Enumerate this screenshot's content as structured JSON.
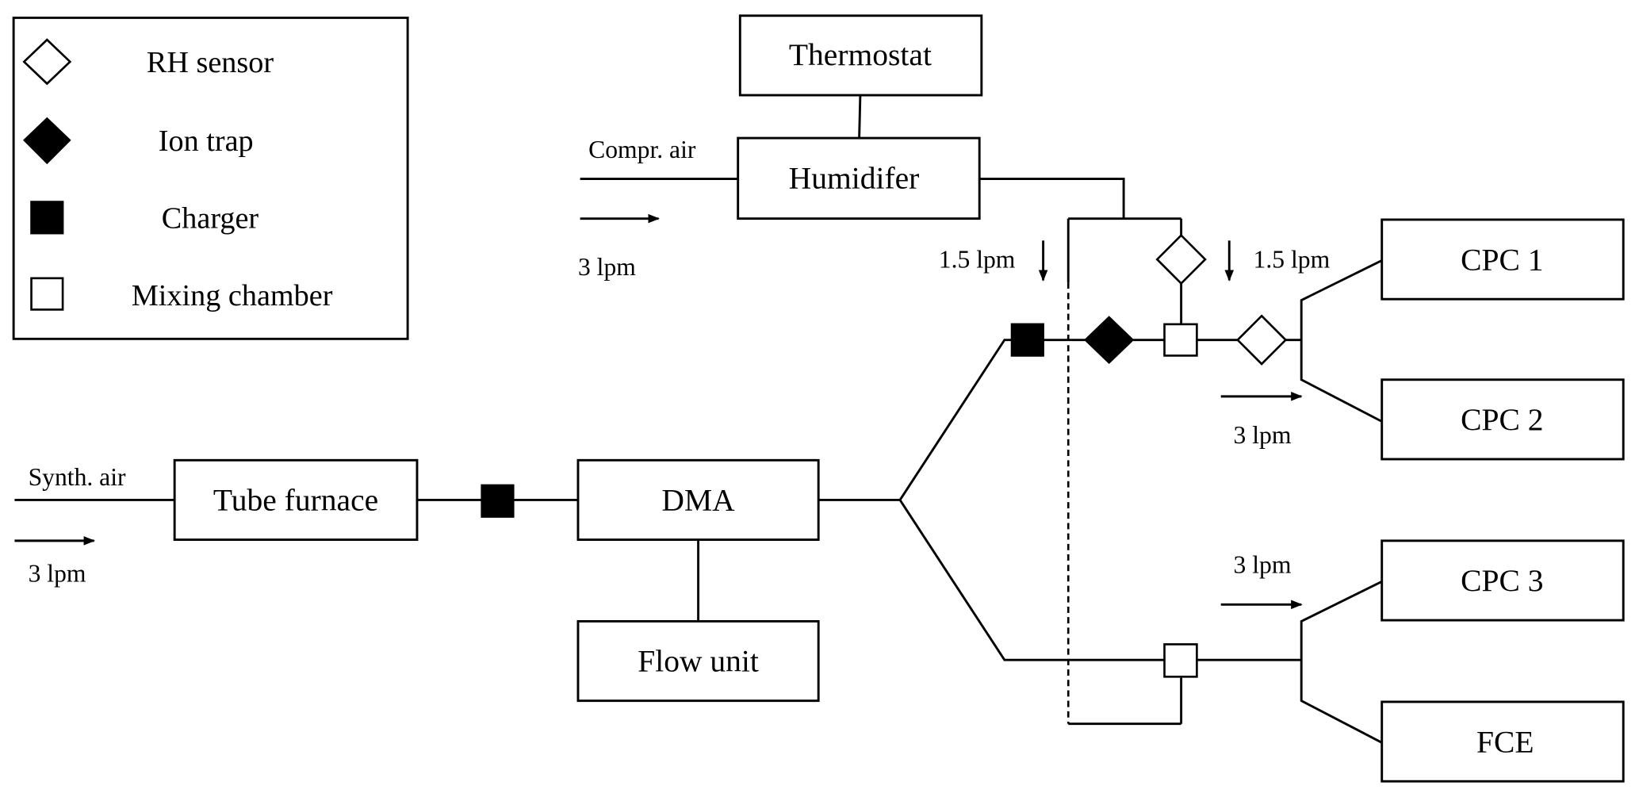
{
  "legend": {
    "items": [
      {
        "symbol": "open-diamond",
        "label": "RH sensor"
      },
      {
        "symbol": "filled-diamond",
        "label": "Ion trap"
      },
      {
        "symbol": "filled-square",
        "label": "Charger"
      },
      {
        "symbol": "open-square",
        "label": "Mixing chamber"
      }
    ]
  },
  "components": {
    "thermostat": "Thermostat",
    "humidifier": "Humidifer",
    "tube_furnace": "Tube furnace",
    "dma": "DMA",
    "flow_unit": "Flow unit",
    "cpc1": "CPC 1",
    "cpc2": "CPC 2",
    "cpc3": "CPC 3",
    "fce": "FCE"
  },
  "inputs": {
    "compressed_air": {
      "label": "Compr. air",
      "flow": "3 lpm"
    },
    "synthetic_air": {
      "label": "Synth. air",
      "flow": "3 lpm"
    }
  },
  "flows": {
    "humid_split_left": "1.5 lpm",
    "humid_split_right": "1.5 lpm",
    "upper_branch": "3 lpm",
    "lower_branch": "3 lpm"
  }
}
